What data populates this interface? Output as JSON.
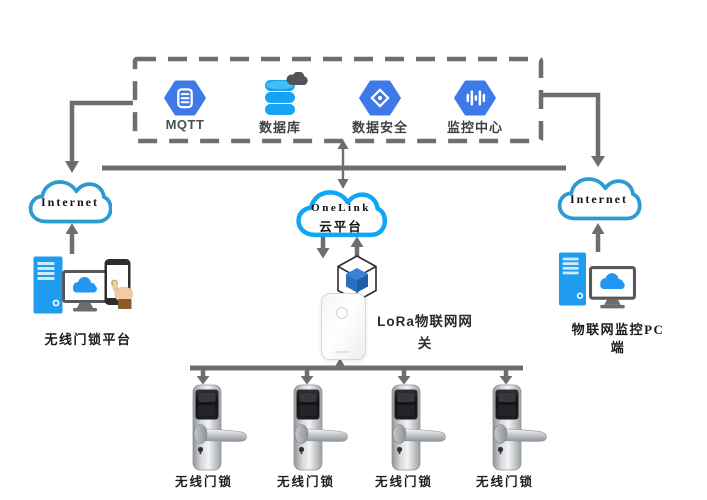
{
  "diagram": {
    "services_box": {
      "items": [
        {
          "label": "MQTT",
          "icon": "mqtt-icon"
        },
        {
          "label": "数据库",
          "icon": "database-icon"
        },
        {
          "label": "数据安全",
          "icon": "data-security-icon"
        },
        {
          "label": "监控中心",
          "icon": "monitor-center-icon"
        }
      ]
    },
    "clouds": {
      "internet_left": "Internet",
      "internet_right": "Internet",
      "onelink_name": "OneLink",
      "onelink_subtitle": "云平台"
    },
    "labels": {
      "lock_platform": "无线门锁平台",
      "gateway": "LoRa物联网网关",
      "pc_monitor": "物联网监控PC端"
    },
    "locks": [
      {
        "label": "无线门锁"
      },
      {
        "label": "无线门锁"
      },
      {
        "label": "无线门锁"
      },
      {
        "label": "无线门锁"
      }
    ],
    "colors": {
      "service_icon_blue": "#3d79e9",
      "database_blue": "#17a3f3",
      "internet_cloud_stroke": "#2d9ad2",
      "onelink_cloud_stroke": "#0fa7f3",
      "connector_gray": "#6d6e70",
      "tower_blue": "#1f9cee",
      "monitor_cloud_blue": "#2196f3"
    }
  }
}
